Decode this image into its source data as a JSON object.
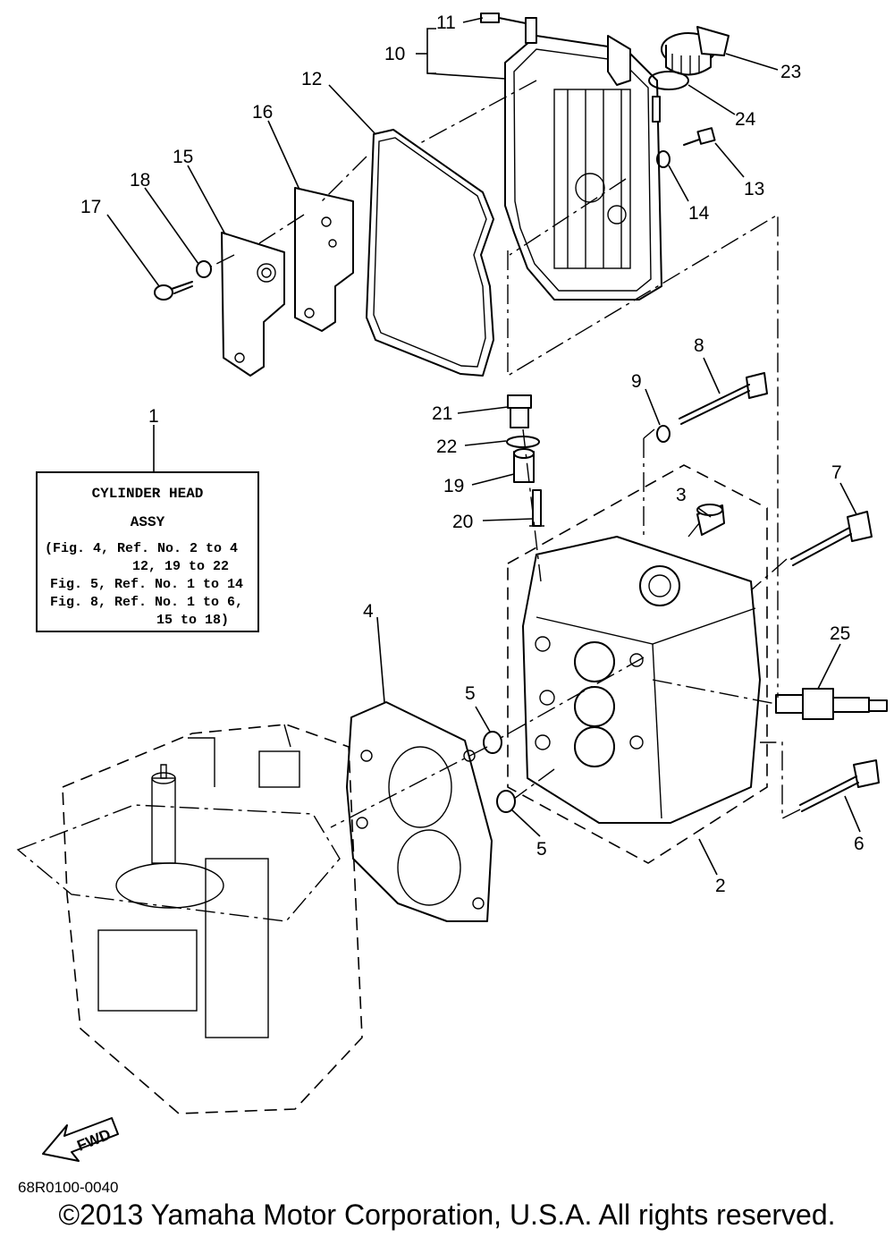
{
  "callouts": {
    "c1": "1",
    "c2": "2",
    "c3": "3",
    "c4": "4",
    "c5a": "5",
    "c5b": "5",
    "c6": "6",
    "c7": "7",
    "c8": "8",
    "c9": "9",
    "c10": "10",
    "c11": "11",
    "c12": "12",
    "c13": "13",
    "c14": "14",
    "c15": "15",
    "c16": "16",
    "c17": "17",
    "c18": "18",
    "c19": "19",
    "c20": "20",
    "c21": "21",
    "c22": "22",
    "c23": "23",
    "c24": "24",
    "c25": "25"
  },
  "note": {
    "title_line1": "CYLINDER HEAD",
    "title_line2": "ASSY",
    "line1": "(Fig. 4, Ref. No. 2 to 4",
    "line2": "12, 19 to 22",
    "line3": "Fig. 5, Ref. No. 1 to 14",
    "line4": "Fig. 8, Ref. No. 1 to 6,",
    "line5": "15 to 18)"
  },
  "direction_label": "FWD",
  "diagram_code": "68R0100-0040",
  "copyright": "©2013 Yamaha Motor Corporation, U.S.A. All rights reserved."
}
